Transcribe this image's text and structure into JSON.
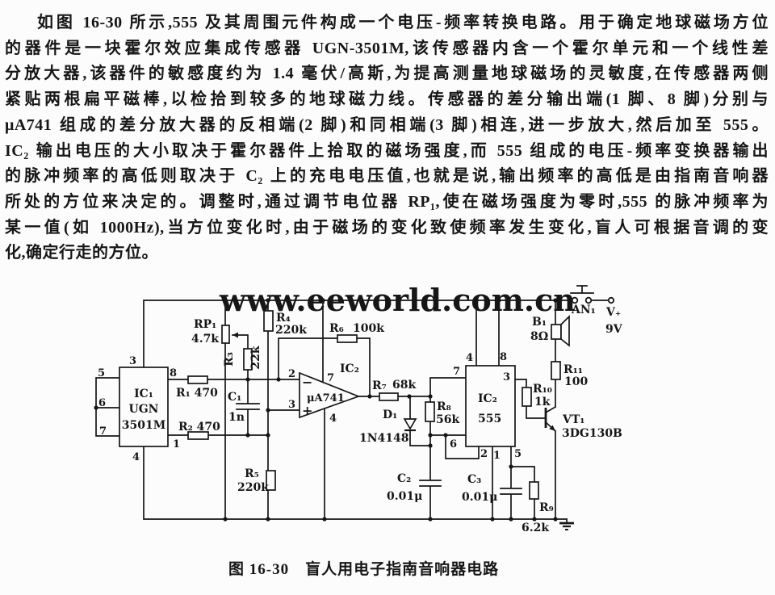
{
  "colors": {
    "ink": "#161616",
    "watermark": "#b5b5b5",
    "paper": "#fcfcfc"
  },
  "watermark": "www.eeworld.com.cn",
  "caption": "图 16-30　盲人用电子指南音响器电路",
  "paragraph": {
    "lines": [
      "如图 16-30 所示,555 及其周围元件构成一个电压-频率转换电路。用于确定地球磁场方位",
      "的器件是一块霍尔效应集成传感器 UGN-3501M,该传感器内含一个霍尔单元和一个线性差",
      "分放大器,该器件的敏感度约为 1.4 毫伏/高斯,为提高测量地球磁场的灵敏度,在传感器两侧",
      "紧贴两根扁平磁棒,以检拾到较多的地球磁力线。传感器的差分输出端(1 脚、8 脚)分别与",
      "μA741 组成的差分放大器的反相端(2 脚)和同相端(3 脚)相连,进一步放大,然后加至 555。",
      "IC₂ 输出电压的大小取决于霍尔器件上拾取的磁场强度,而 555 组成的电压-频率变换器输出",
      "的脉冲频率的高低则取决于 C₂ 上的充电电压值,也就是说,输出频率的高低是由指南音响器",
      "所处的方位来决定的。调整时,通过调节电位器 RP₁,使在磁场强度为零时,555 的脉冲频率为",
      "某一值(如 1000Hz),当方位变化时,由于磁场的变化致使频率发生变化,盲人可根据音调的变",
      "化,确定行走的方位。"
    ]
  },
  "schematic": {
    "ic1": {
      "ref": "IC₁",
      "name1": "UGN",
      "name2": "3501M",
      "pin3": "3",
      "pin5": "5",
      "pin6": "6",
      "pin7": "7",
      "pin8": "8",
      "pin1": "1",
      "pin4": "4"
    },
    "r1": {
      "label": "R₁ 470"
    },
    "r2": {
      "label": "R₂ 470"
    },
    "rp1": {
      "ref": "RP₁",
      "value": "4.7k"
    },
    "r3": {
      "ref": "R₃",
      "value": "22k"
    },
    "c1": {
      "ref": "C₁",
      "value": "1n"
    },
    "r4": {
      "ref": "R₄",
      "value": "220k"
    },
    "r5": {
      "ref": "R₅",
      "value": "220k"
    },
    "r6": {
      "ref": "R₆",
      "value": "100k"
    },
    "opamp": {
      "ref": "IC₂",
      "name": "μA741",
      "minus": "−",
      "plus": "+",
      "pin2": "2",
      "pin3": "3",
      "pin7": "7",
      "pin4": "4"
    },
    "r7": {
      "ref": "R₇",
      "value": "68k"
    },
    "d1": {
      "ref": "D₁",
      "value": "1N4148"
    },
    "r8": {
      "ref": "R₈",
      "value": "56k"
    },
    "ic2": {
      "ref": "IC₂",
      "name": "555",
      "pin4": "4",
      "pin8": "8",
      "pin7": "7",
      "pin6": "6",
      "pin3": "3",
      "pin2": "2",
      "pin1": "1",
      "pin5": "5"
    },
    "c2": {
      "ref": "C₂",
      "value": "0.01μ"
    },
    "c3": {
      "ref": "C₃",
      "value": "0.01μ"
    },
    "r9": {
      "ref": "R₉",
      "value": "6.2k"
    },
    "r10": {
      "ref": "R₁₀",
      "value": "1k"
    },
    "r11": {
      "ref": "R₁₁",
      "value": "100"
    },
    "vt1": {
      "ref": "VT₁",
      "value": "3DG130B"
    },
    "b1": {
      "ref": "B₁",
      "value": "8Ω"
    },
    "an1": {
      "ref": "AN₁"
    },
    "supply": {
      "vplus": "V₊",
      "voltage": "9V"
    }
  }
}
